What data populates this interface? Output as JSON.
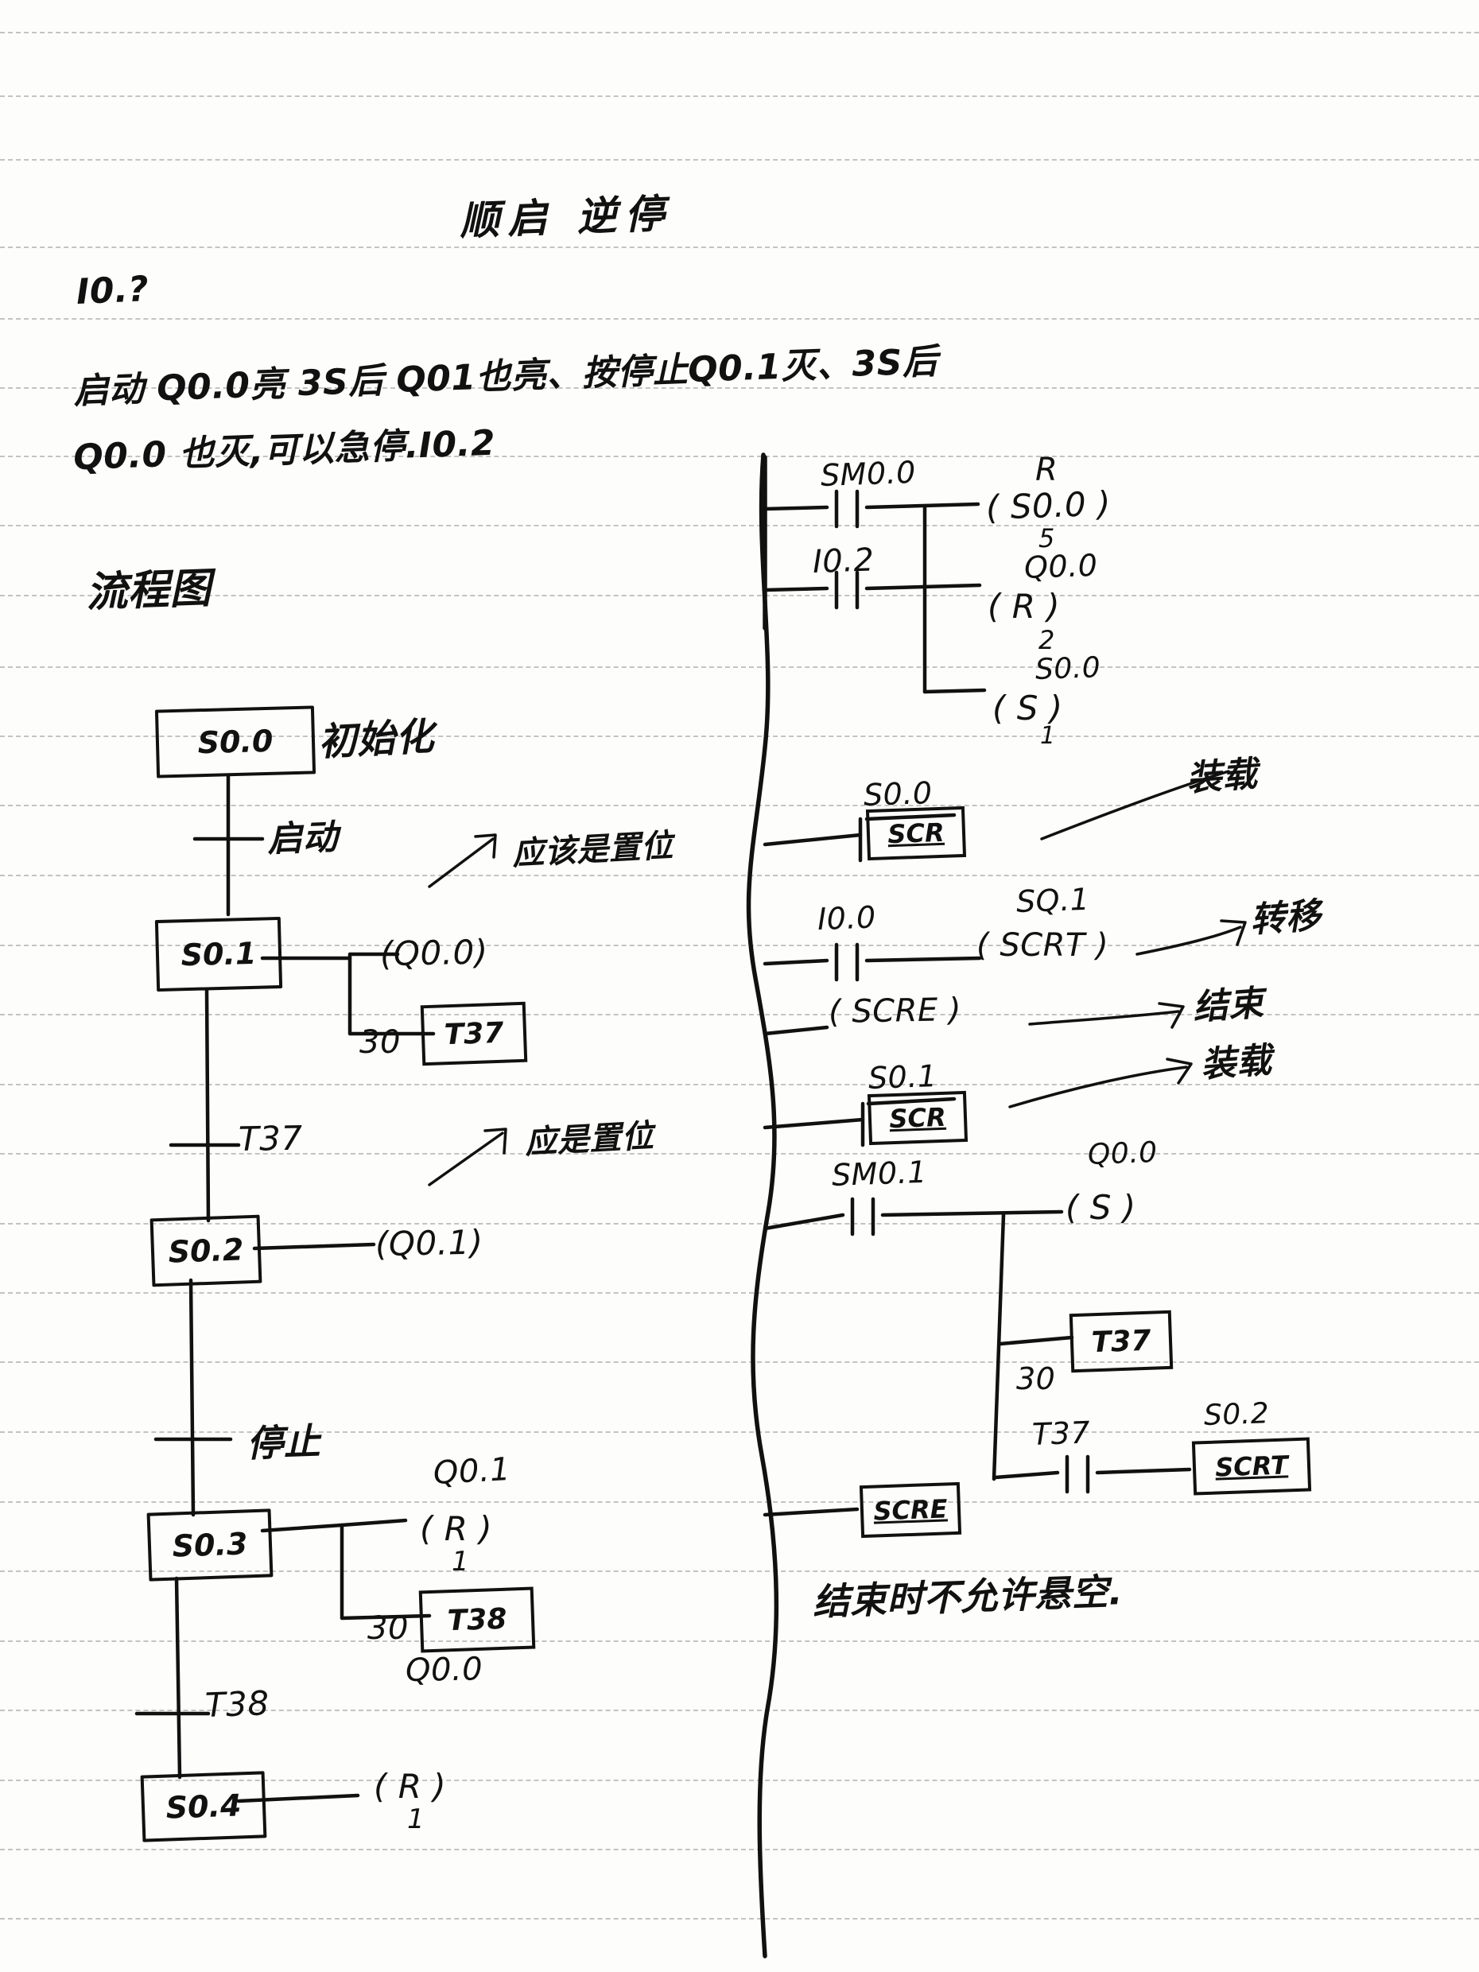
{
  "page": {
    "title": "顺启 逆停",
    "kind": "handwritten-notebook-page"
  },
  "header": {
    "io_tag": "I0.?",
    "line1": "启动 Q0.0亮 3S后 Q01也亮、按停止Q0.1灭、3S后",
    "line2": "Q0.0 也灭,可以急停.I0.2",
    "section_label": "流程图"
  },
  "flowchart": {
    "steps": [
      {
        "id": "S0.0",
        "note": "初始化"
      },
      {
        "id": "S0.1",
        "note": ""
      },
      {
        "id": "S0.2",
        "note": ""
      },
      {
        "id": "S0.3",
        "note": ""
      },
      {
        "id": "S0.4",
        "note": ""
      }
    ],
    "transitions": [
      {
        "label": "启动"
      },
      {
        "label": "T37"
      },
      {
        "label": "停止"
      },
      {
        "label": "T38"
      }
    ],
    "actions": [
      {
        "text": "(Q0.0)"
      },
      {
        "text": "(Q0.1)"
      }
    ],
    "timers": [
      {
        "preset": "30",
        "name": "T37"
      },
      {
        "preset": "30",
        "name": "T38"
      }
    ],
    "reset_coils": [
      {
        "addr": "Q0.1",
        "coil": "( R )",
        "count": "1"
      },
      {
        "addr": "Q0.0",
        "coil": "( R )",
        "count": "1"
      }
    ],
    "annotations": [
      {
        "text": "应该是置位"
      },
      {
        "text": "应是置位"
      }
    ]
  },
  "ladder": {
    "rung1": {
      "contact_a": "SM0.0",
      "contact_b": "I0.2",
      "label_r": "R",
      "coil1": "( S0.0 )",
      "coil1_n": "5",
      "coil2_addr": "Q0.0",
      "coil2": "( R )",
      "coil2_n": "2",
      "coil3_addr": "S0.0",
      "coil3": "( S )",
      "coil3_n": "1"
    },
    "rung2": {
      "scr_addr": "S0.0",
      "scr": "SCR",
      "note": "装载"
    },
    "rung3": {
      "contact": "I0.0",
      "target": "SQ.1",
      "coil": "( SCRT )",
      "note": "转移"
    },
    "rung4": {
      "coil": "( SCRE )",
      "note": "结束"
    },
    "rung5": {
      "scr_addr": "S0.1",
      "scr": "SCR",
      "note": "装载"
    },
    "rung6": {
      "contact": "SM0.1",
      "coil_addr": "Q0.0",
      "coil": "( S )",
      "timer_preset": "30",
      "timer": "T37",
      "contact2": "T37",
      "scrt_addr": "S0.2",
      "scrt": "SCRT"
    },
    "rung7": {
      "scre": "SCRE"
    },
    "footer_note": "结束时不允许悬空."
  }
}
